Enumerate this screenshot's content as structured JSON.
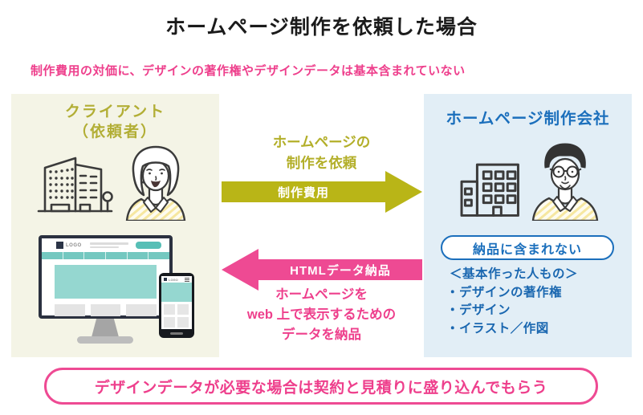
{
  "title": "ホームページ制作を依頼した場合",
  "subtitle": "制作費用の対価に、デザインの著作権やデザインデータは基本含まれていない",
  "client_box": {
    "title_line1": "クライアント",
    "title_line2": "（依頼者）"
  },
  "company_box": {
    "title": "ホームページ制作会社",
    "badge": "納品に含まれない",
    "list_header": "＜基本作った人もの＞",
    "items": [
      "・デザインの著作権",
      "・デザイン",
      "・イラスト／作図"
    ]
  },
  "request_arrow": {
    "caption_line1": "ホームページの",
    "caption_line2": "制作を依頼",
    "label": "制作費用"
  },
  "delivery_arrow": {
    "label": "HTMLデータ納品",
    "caption_line1": "ホームページを",
    "caption_line2": "web 上で表示するための",
    "caption_line3": "データを納品"
  },
  "footer_note": "デザインデータが必要な場合は契約と見積りに盛り込んでもらう",
  "devices": {
    "logo": "LOGO"
  },
  "colors": {
    "olive": "#b9b517",
    "olive_text": "#b2ae35",
    "pink": "#ee4a93",
    "pink_text": "#ee3f8c",
    "blue": "#1b6fbc",
    "client_bg": "#f4f4e6",
    "company_bg": "#e2eef6",
    "teal": "#95d7d0"
  }
}
